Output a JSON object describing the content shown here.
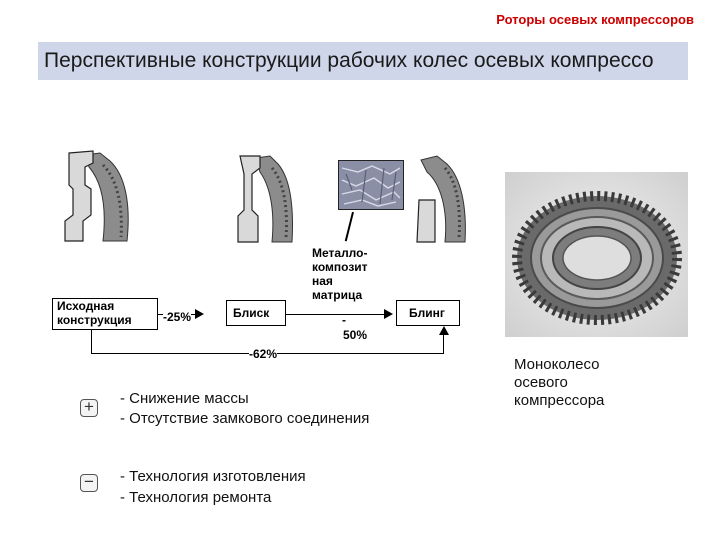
{
  "header": {
    "title": "Роторы осевых компрессоров"
  },
  "banner": {
    "title": "Перспективные конструкции рабочих колес осевых компрессо"
  },
  "flow": {
    "initial": [
      "Исходная",
      "конструкция"
    ],
    "blisk": "Блиск",
    "mmc": [
      "Металло-",
      "композит",
      "ная",
      "матрица"
    ],
    "bling": "Блинг",
    "pct_blisk": "-25%",
    "pct_bling_dash": "-",
    "pct_bling": "50%",
    "pct_total": "-62%"
  },
  "pros": {
    "sign": "+",
    "items": [
      "- Снижение массы",
      "- Отсутствие замкового соединения"
    ]
  },
  "cons": {
    "sign": "−",
    "items": [
      "- Технология изготовления",
      "- Технология ремонта"
    ]
  },
  "photo_caption": [
    "Моноколесо",
    "осевого",
    "компрессора"
  ],
  "colors": {
    "header": "#cc0000",
    "banner": "#cfd6ea",
    "metal": "#7a7a7a"
  }
}
